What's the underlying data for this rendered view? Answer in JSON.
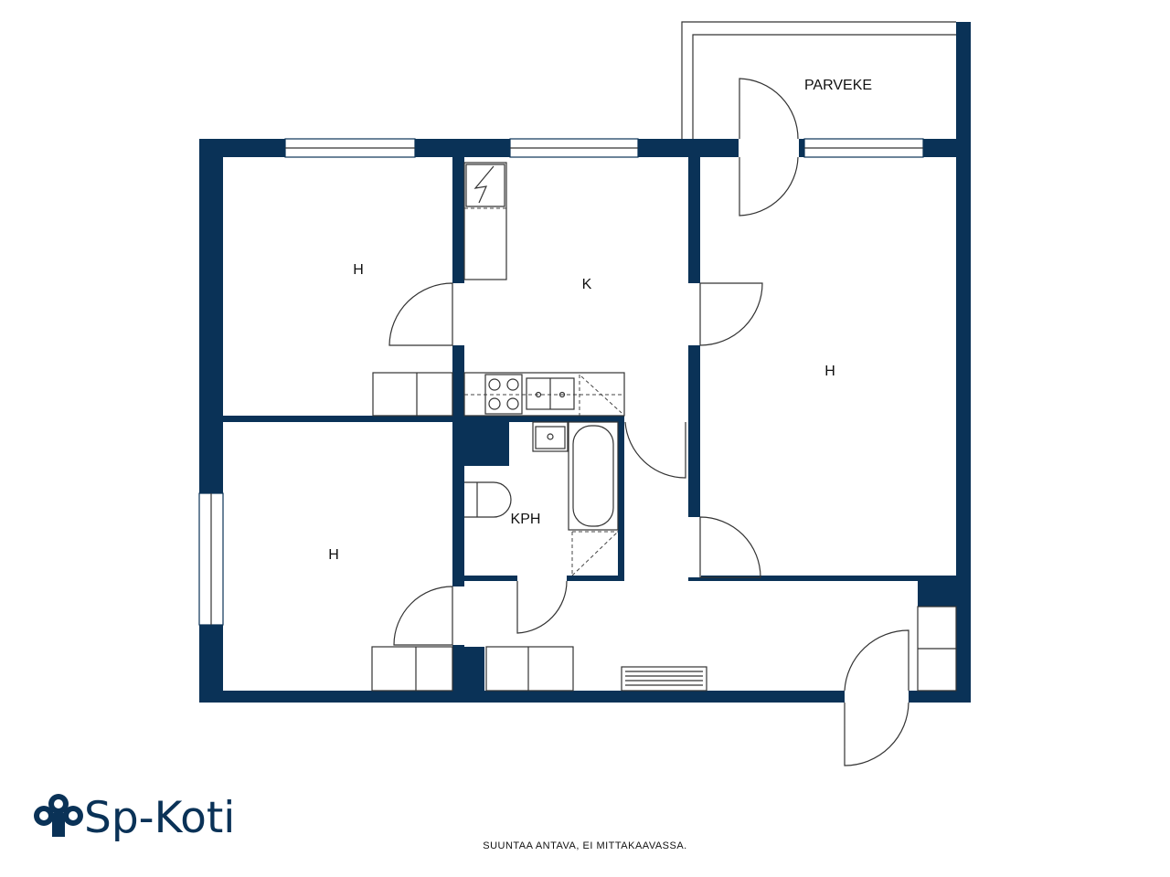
{
  "rooms": {
    "balcony": "PARVEKE",
    "bedroom_top_left": "H",
    "kitchen": "K",
    "bedroom_right": "H",
    "bathroom": "KPH",
    "bedroom_bottom_left": "H"
  },
  "logo": {
    "text": "Sp-Koti"
  },
  "footer_note": "SUUNTAA ANTAVA, EI MITTAKAAVASSA.",
  "colors": {
    "wall": "#0a3257"
  }
}
